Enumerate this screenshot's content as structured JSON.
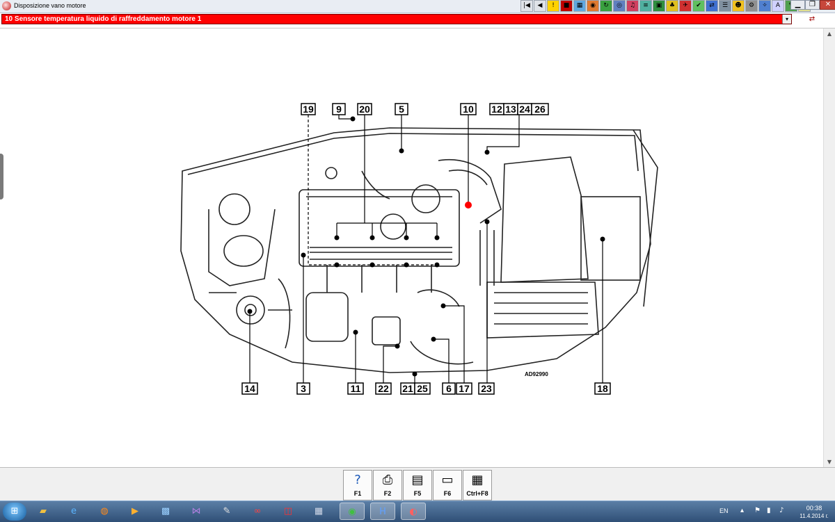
{
  "window": {
    "title": "Disposizione vano motore"
  },
  "toolbar": {
    "icons": [
      "first-page-icon",
      "prev-page-icon",
      "warning-icon",
      "stop-icon",
      "tool-icon-1",
      "tool-icon-2",
      "tool-icon-3",
      "tool-icon-4",
      "tool-icon-5",
      "tool-icon-6",
      "tool-icon-7",
      "tool-icon-8",
      "tool-icon-9",
      "tool-icon-10",
      "tool-icon-11",
      "tool-icon-12",
      "tool-icon-13",
      "tool-icon-14",
      "tool-icon-15",
      "tool-icon-16",
      "tool-icon-17",
      "tool-icon-18"
    ],
    "glyphs": [
      "|◀",
      "◀",
      "!",
      "■",
      "▦",
      "◉",
      "↻",
      "◎",
      "♫",
      "≡",
      "▣",
      "♣",
      "✈",
      "✔",
      "⇄",
      "☰",
      "☻",
      "⚙",
      "✧",
      "A",
      "✎",
      "?"
    ],
    "colors": [
      "#dfe3e8",
      "#dfe3e8",
      "#ffd200",
      "#c00000",
      "#5fa8e0",
      "#e07a30",
      "#3aa040",
      "#6080c0",
      "#d04060",
      "#50b0a0",
      "#309040",
      "#e0c020",
      "#d03030",
      "#60c060",
      "#4070d0",
      "#8090a0",
      "#f0c020",
      "#909090",
      "#5080d0",
      "#d0d0ff",
      "#50a050",
      "#e0e090"
    ]
  },
  "window_controls": {
    "minimize": "▁",
    "maximize": "❐",
    "close": "✕"
  },
  "component_select": {
    "value": "10  Sensore temperatura liquido di raffreddamento motore 1",
    "arrow": "▾",
    "switch_icon": "⇄",
    "background": "#ff0000"
  },
  "scrollbar": {
    "up": "▲",
    "down": "▼"
  },
  "diagram": {
    "code": "AD92990",
    "highlight_color": "#ff0000",
    "labels": {
      "l19": "19",
      "l9": "9",
      "l20": "20",
      "l5": "5",
      "l10": "10",
      "l12": "12",
      "l13": "13",
      "l24": "24",
      "l26": "26",
      "l14": "14",
      "l3": "3",
      "l11": "11",
      "l22": "22",
      "l21": "21",
      "l25": "25",
      "l6": "6",
      "l17": "17",
      "l23": "23",
      "l18": "18"
    }
  },
  "function_keys": [
    {
      "key": "F1",
      "icon": "help-icon",
      "glyph": "?"
    },
    {
      "key": "F2",
      "icon": "print-icon",
      "glyph": "⎙"
    },
    {
      "key": "F5",
      "icon": "document-icon",
      "glyph": "▤"
    },
    {
      "key": "F6",
      "icon": "printer-icon",
      "glyph": "▭"
    },
    {
      "key": "Ctrl+F8",
      "icon": "table-icon",
      "glyph": "▦"
    }
  ],
  "taskbar": {
    "start_glyph": "⊞",
    "apps": [
      {
        "name": "explorer",
        "glyph": "▰",
        "color": "#f0c040"
      },
      {
        "name": "internet-explorer",
        "glyph": "e",
        "color": "#5ab4ff"
      },
      {
        "name": "firefox",
        "glyph": "◍",
        "color": "#ff8a1a"
      },
      {
        "name": "media-player",
        "glyph": "▶",
        "color": "#ffb030"
      },
      {
        "name": "image-viewer",
        "glyph": "▩",
        "color": "#9ad0ff"
      },
      {
        "name": "visual-studio",
        "glyph": "⋈",
        "color": "#b080e0"
      },
      {
        "name": "editor",
        "glyph": "✎",
        "color": "#e0e0e0"
      },
      {
        "name": "dongle-tool",
        "glyph": "∞",
        "color": "#ff4040"
      },
      {
        "name": "red-app",
        "glyph": "◫",
        "color": "#ff3030"
      },
      {
        "name": "calculator",
        "glyph": "▦",
        "color": "#d0d8e8"
      },
      {
        "name": "chrome",
        "glyph": "◉",
        "color": "#40c040"
      },
      {
        "name": "h-app",
        "glyph": "H",
        "color": "#60a0ff"
      },
      {
        "name": "elsawin",
        "glyph": "◐",
        "color": "#ff6060"
      }
    ],
    "tray": {
      "language": "EN",
      "icons": [
        "▴",
        "⚑",
        "▮",
        "♪"
      ],
      "time": "00:38",
      "date": "11.4.2014 г."
    }
  }
}
